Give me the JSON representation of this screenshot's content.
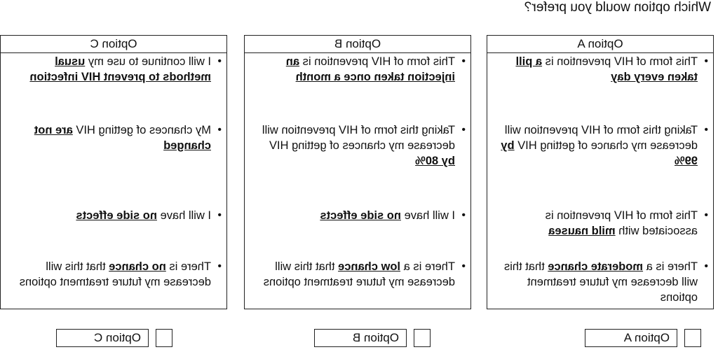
{
  "question": "Which option would you prefer?",
  "options": [
    {
      "header": "Option A",
      "bullets": [
        {
          "pre": "This form of HIV prevention is ",
          "bold": "a pill taken every day",
          "post": ""
        },
        {
          "pre": "Taking this form of HIV prevention will  decrease my chance of getting HIV ",
          "bold": "by 99%",
          "post": ""
        },
        {
          "pre": "This form of HIV prevention is associated with ",
          "bold": "mild nausea",
          "post": ""
        },
        {
          "pre": "There is a ",
          "bold": "moderate chance",
          "post": " that this will decrease my future treatment options"
        }
      ],
      "choice_label": "Option A"
    },
    {
      "header": "Option B",
      "bullets": [
        {
          "pre": "This form of HIV prevention is ",
          "bold": "an injection taken once a month",
          "post": ""
        },
        {
          "pre": "Taking this form of HIV prevention will decrease my chances of getting HIV ",
          "bold": "by 80%",
          "post": ""
        },
        {
          "pre": "I will have ",
          "bold": "no side effects",
          "post": ""
        },
        {
          "pre": "There is a ",
          "bold": "low chance",
          "post": " that this will decrease my future treatment options"
        }
      ],
      "choice_label": "Option B"
    },
    {
      "header": "Option C",
      "bullets": [
        {
          "pre": "I will continue to use my ",
          "bold": "usual methods to prevent HIV infection",
          "post": ""
        },
        {
          "pre": "My chances of getting HIV ",
          "bold": "are not changed",
          "post": ""
        },
        {
          "pre": "I will have ",
          "bold": "no side effects",
          "post": ""
        },
        {
          "pre": "There is ",
          "bold": "no chance",
          "post": " that this will decrease my future treatment options"
        }
      ],
      "choice_label": "Option C"
    }
  ]
}
